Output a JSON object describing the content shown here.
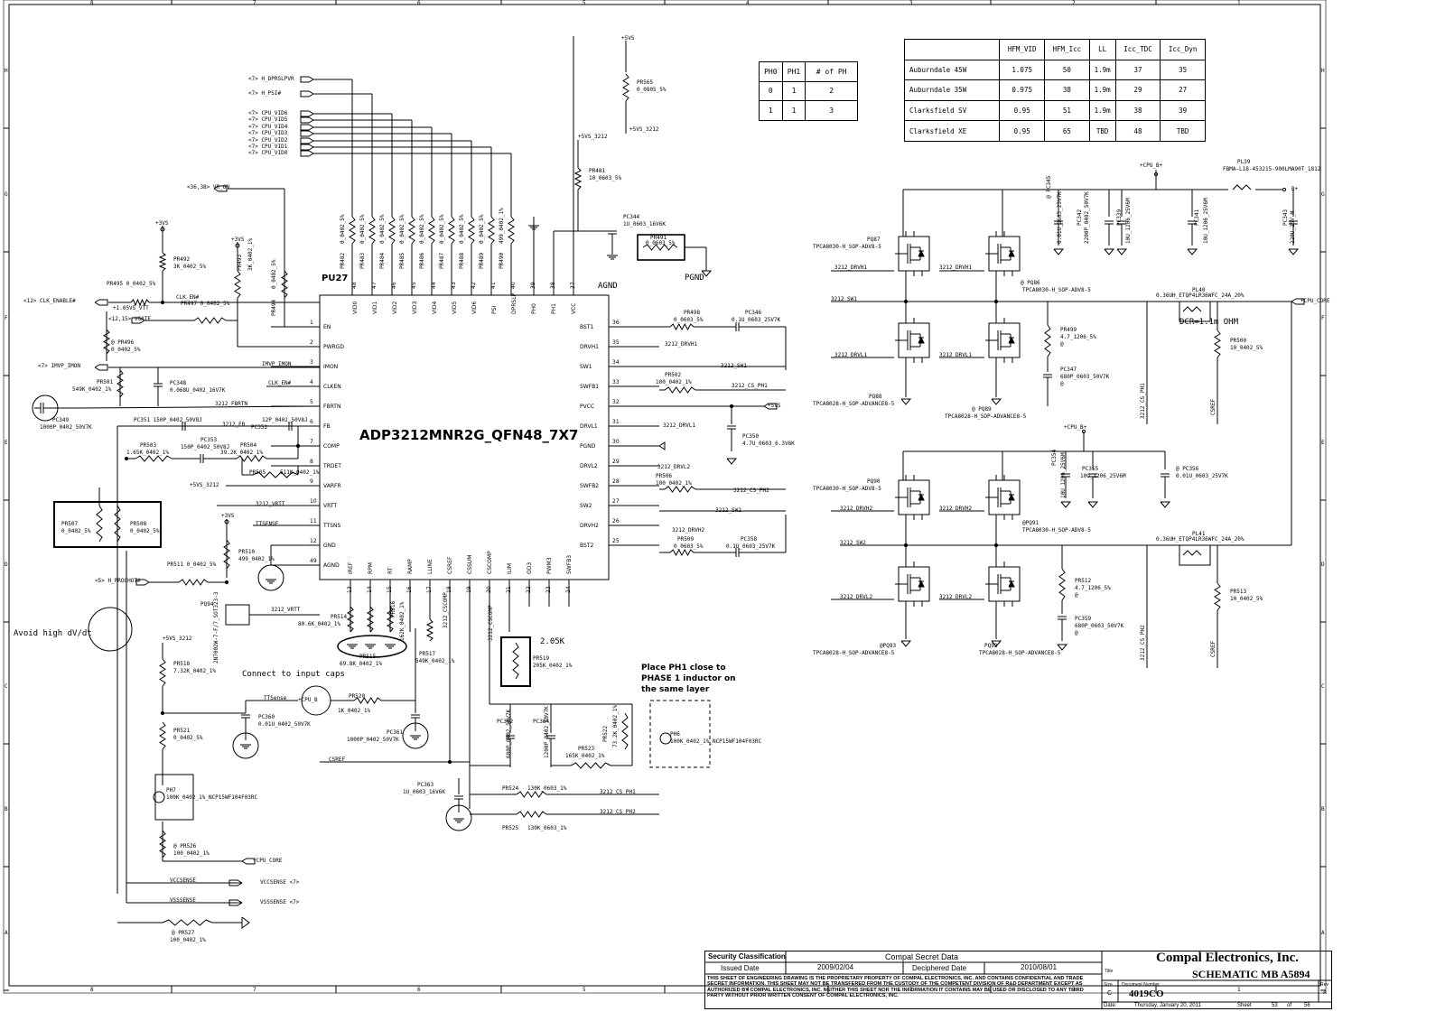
{
  "chip": {
    "ref": "PU27",
    "part": "ADP3212MNR2G_QFN48_7X7"
  },
  "left_pins": [
    {
      "num": "1",
      "name": "EN"
    },
    {
      "num": "2",
      "name": "PWRGD"
    },
    {
      "num": "3",
      "name": "IMON"
    },
    {
      "num": "4",
      "name": "CLKEN"
    },
    {
      "num": "5",
      "name": "FBRTN"
    },
    {
      "num": "6",
      "name": "FB"
    },
    {
      "num": "7",
      "name": "COMP"
    },
    {
      "num": "8",
      "name": "TRDET"
    },
    {
      "num": "9",
      "name": "VARFR"
    },
    {
      "num": "10",
      "name": "VRTT"
    },
    {
      "num": "11",
      "name": "TTSNS"
    },
    {
      "num": "12",
      "name": "GND"
    },
    {
      "num": "49",
      "name": "AGND"
    }
  ],
  "right_pins": [
    {
      "num": "36",
      "name": "BST1"
    },
    {
      "num": "35",
      "name": "DRVH1"
    },
    {
      "num": "34",
      "name": "SW1"
    },
    {
      "num": "33",
      "name": "SWFB1"
    },
    {
      "num": "32",
      "name": "PVCC"
    },
    {
      "num": "31",
      "name": "DRVL1"
    },
    {
      "num": "30",
      "name": "PGND"
    },
    {
      "num": "29",
      "name": "DRVL2"
    },
    {
      "num": "28",
      "name": "SWFB2"
    },
    {
      "num": "27",
      "name": "SW2"
    },
    {
      "num": "26",
      "name": "DRVH2"
    },
    {
      "num": "25",
      "name": "BST2"
    }
  ],
  "top_pins": [
    {
      "num": "48",
      "name": "VID0"
    },
    {
      "num": "47",
      "name": "VID1"
    },
    {
      "num": "46",
      "name": "VID2"
    },
    {
      "num": "45",
      "name": "VID3"
    },
    {
      "num": "44",
      "name": "VID4"
    },
    {
      "num": "43",
      "name": "VID5"
    },
    {
      "num": "42",
      "name": "VID6"
    },
    {
      "num": "41",
      "name": "PSI"
    },
    {
      "num": "40",
      "name": "DPRSLP"
    },
    {
      "num": "39",
      "name": "PH0"
    },
    {
      "num": "38",
      "name": "PH1"
    },
    {
      "num": "37",
      "name": "VCC"
    }
  ],
  "bottom_pins": [
    {
      "num": "13",
      "name": "IREF"
    },
    {
      "num": "14",
      "name": "RPM"
    },
    {
      "num": "15",
      "name": "RT"
    },
    {
      "num": "16",
      "name": "RAMP"
    },
    {
      "num": "17",
      "name": "LLINE"
    },
    {
      "num": "18",
      "name": "CSREF"
    },
    {
      "num": "19",
      "name": "CSSUM"
    },
    {
      "num": "20",
      "name": "CSCOMP"
    },
    {
      "num": "21",
      "name": "ILIM"
    },
    {
      "num": "22",
      "name": "OD3"
    },
    {
      "num": "23",
      "name": "PWM3"
    },
    {
      "num": "24",
      "name": "SWFB3"
    }
  ],
  "signals_left": [
    "<7> H_DPRSLPVR",
    "<7> H_PSI#",
    "<7> CPU_VID6",
    "<7> CPU_VID5",
    "<7> CPU_VID4",
    "<7> CPU_VID3",
    "<7> CPU_VID2",
    "<7> CPU_VID1",
    "<7> CPU_VID0",
    "<36,38> VR_ON",
    "<12> CLK_ENABLE#",
    "<12,15> VGATE",
    "<7> IMVP_IMON",
    "<5> H_PROCHOT#"
  ],
  "vid_resistors": [
    {
      "ref": "PR482",
      "val": "0_0402_5%"
    },
    {
      "ref": "PR483",
      "val": "0_0402_5%"
    },
    {
      "ref": "PR484",
      "val": "0_0402_5%"
    },
    {
      "ref": "PR485",
      "val": "0_0402_5%"
    },
    {
      "ref": "PR486",
      "val": "0_0402_5%"
    },
    {
      "ref": "PR487",
      "val": "0_0402_5%"
    },
    {
      "ref": "PR488",
      "val": "0_0402_5%"
    },
    {
      "ref": "PR489",
      "val": "0_0402_5%"
    },
    {
      "ref": "PR490",
      "val": "499_0402_1%"
    }
  ],
  "labels": [
    {
      "id": "p5vs",
      "text": "+5VS"
    },
    {
      "id": "pr565",
      "text": "PR565"
    },
    {
      "id": "pr565v",
      "text": "0_0805_5%"
    },
    {
      "id": "p5vs3212a",
      "text": "+5VS_3212"
    },
    {
      "id": "p5vs3212b",
      "text": "+5VS_3212"
    },
    {
      "id": "pr481",
      "text": "PR481"
    },
    {
      "id": "pr481v",
      "text": "10_0603_5%"
    },
    {
      "id": "pc344",
      "text": "PC344"
    },
    {
      "id": "pc344v",
      "text": "1U_0603_16V6K"
    },
    {
      "id": "pr491",
      "text": "PR491"
    },
    {
      "id": "pr491v",
      "text": "0_0603_5%"
    },
    {
      "id": "agnd",
      "text": "AGND"
    },
    {
      "id": "pgnd",
      "text": "PGND"
    },
    {
      "id": "p3vs1",
      "text": "+3VS"
    },
    {
      "id": "p3vs2",
      "text": "+3VS"
    },
    {
      "id": "pr492",
      "text": "PR492"
    },
    {
      "id": "pr492v",
      "text": "3K_0402_5%"
    },
    {
      "id": "pr493",
      "text": "PR493"
    },
    {
      "id": "pr493v",
      "text": "3K_0402_1%"
    },
    {
      "id": "pr494",
      "text": "PR494"
    },
    {
      "id": "pr494v",
      "text": "0_0402_5%"
    },
    {
      "id": "pr495",
      "text": "PR495 0_0402_5%"
    },
    {
      "id": "clken",
      "text": "CLK_EN#"
    },
    {
      "id": "pr497",
      "text": "PR497 0_0402_5%"
    },
    {
      "id": "p105vtt",
      "text": "+1.05VS_VTT"
    },
    {
      "id": "pr496",
      "text": "@    PR496"
    },
    {
      "id": "pr496v",
      "text": "0_0402_5%"
    },
    {
      "id": "imvpimon",
      "text": "IMVP_IMON"
    },
    {
      "id": "clken2",
      "text": "CLK_EN#"
    },
    {
      "id": "pr501",
      "text": "PR501"
    },
    {
      "id": "pr501v",
      "text": "549K_0402_1%"
    },
    {
      "id": "pc348",
      "text": "PC348"
    },
    {
      "id": "pc348v",
      "text": "0.068U_0402_16V7K"
    },
    {
      "id": "fbrtn",
      "text": "3212_FBRTN"
    },
    {
      "id": "pc349",
      "text": "PC349"
    },
    {
      "id": "pc349v",
      "text": "1000P_0402_50V7K"
    },
    {
      "id": "pc351",
      "text": "PC351 150P_0402_50V8J"
    },
    {
      "id": "fb3212",
      "text": "3212_FB"
    },
    {
      "id": "pc352",
      "text": "PC352"
    },
    {
      "id": "pc352v",
      "text": "12P_0402_50V8J"
    },
    {
      "id": "pc353",
      "text": "PC353"
    },
    {
      "id": "pc353v",
      "text": "150P_0402_50V8J"
    },
    {
      "id": "pr503",
      "text": "PR503"
    },
    {
      "id": "pr503v",
      "text": "1.65K_0402_1%"
    },
    {
      "id": "pr504",
      "text": "PR504"
    },
    {
      "id": "pr504v",
      "text": "39.2K_0402_1%"
    },
    {
      "id": "pr505",
      "text": "PR505"
    },
    {
      "id": "pr505v",
      "text": "511K_0402_1%"
    },
    {
      "id": "p5vs3212c",
      "text": "+5VS_3212"
    },
    {
      "id": "vrtt",
      "text": "3212_VRTT"
    },
    {
      "id": "ttsense",
      "text": "TTSENSE"
    },
    {
      "id": "pr507",
      "text": "PR507"
    },
    {
      "id": "pr507v",
      "text": "0_0402_5%"
    },
    {
      "id": "pr508",
      "text": "PR508"
    },
    {
      "id": "pr508v",
      "text": "0_0402_5%"
    },
    {
      "id": "p3vs3",
      "text": "+3VS"
    },
    {
      "id": "pr510",
      "text": "PR510"
    },
    {
      "id": "pr510v",
      "text": "499_0402_1%"
    },
    {
      "id": "pr511",
      "text": "PR511 0_0402_5%"
    },
    {
      "id": "hprochot",
      "text": "<5> H_PROCHOT#"
    },
    {
      "id": "pq94",
      "text": "PQ94"
    },
    {
      "id": "pq94v",
      "text": "2N7002W-7-F/7_SOT323-3"
    },
    {
      "id": "vrtt2",
      "text": "3212_VRTT"
    },
    {
      "id": "avoid",
      "text": "Avoid high dV/dt"
    },
    {
      "id": "p5vs3212d",
      "text": "+5VS_3212"
    },
    {
      "id": "pr518",
      "text": "PR518"
    },
    {
      "id": "pr518v",
      "text": "7.32K_0402_1%"
    },
    {
      "id": "connect",
      "text": "Connect to input caps"
    },
    {
      "id": "ttsense2",
      "text": "TTSense"
    },
    {
      "id": "pc360",
      "text": "PC360"
    },
    {
      "id": "pc360v",
      "text": "0.01U_0402_50V7K"
    },
    {
      "id": "pr521",
      "text": "PR521"
    },
    {
      "id": "pr521v",
      "text": "0_0402_5%"
    },
    {
      "id": "pr520",
      "text": "PR520"
    },
    {
      "id": "pr520v",
      "text": "1K_0402_1%"
    },
    {
      "id": "pcpub",
      "text": "+CPU_B"
    },
    {
      "id": "pc361",
      "text": "PC361"
    },
    {
      "id": "pc361v",
      "text": "1000P_0402_50V7K"
    },
    {
      "id": "pr514",
      "text": "PR514"
    },
    {
      "id": "pr514v",
      "text": "80.6K_0402_1%"
    },
    {
      "id": "pr515",
      "text": "PR515"
    },
    {
      "id": "pr515v",
      "text": "69.8K_0402_1%"
    },
    {
      "id": "pr516",
      "text": "PR516"
    },
    {
      "id": "pr516v",
      "text": "162K_0402_1%"
    },
    {
      "id": "pr517",
      "text": "PR517"
    },
    {
      "id": "pr517v",
      "text": "549K_0402_1%"
    },
    {
      "id": "cscomp",
      "text": "3212_CSCOMP"
    },
    {
      "id": "cscomp2",
      "text": "3212_CSCOMP"
    },
    {
      "id": "csref",
      "text": "CSREF"
    },
    {
      "id": "ph7",
      "text": "PH7"
    },
    {
      "id": "ph7v",
      "text": "100K_0402_1%_NCP15WF104F03RC"
    },
    {
      "id": "pc363",
      "text": "PC363"
    },
    {
      "id": "pc363v",
      "text": "1U_0603_16V6K"
    },
    {
      "id": "r205k",
      "text": "2.05K"
    },
    {
      "id": "pr519",
      "text": "PR519"
    },
    {
      "id": "pr519v",
      "text": "205K_0402_1%"
    },
    {
      "id": "placeph1",
      "text": "Place PH1 close to\nPHASE 1 inductor on\nthe same layer"
    },
    {
      "id": "pc362",
      "text": "PC362"
    },
    {
      "id": "pc362v",
      "text": "680P_0402_50V7K"
    },
    {
      "id": "pc364",
      "text": "PC364"
    },
    {
      "id": "pc364v",
      "text": "1200P_0402_50V7K"
    },
    {
      "id": "pr523",
      "text": "PR523"
    },
    {
      "id": "pr523v",
      "text": "165K_0402_1%"
    },
    {
      "id": "pr522",
      "text": "PR522"
    },
    {
      "id": "pr522v",
      "text": "73.2K_0402_1%"
    },
    {
      "id": "ph6",
      "text": "PH6"
    },
    {
      "id": "ph6v",
      "text": "100K_0402_1%_NCP15WF104F03RC"
    },
    {
      "id": "pr524",
      "text": "PR524"
    },
    {
      "id": "pr524v",
      "text": "130K_0603_1%"
    },
    {
      "id": "csph1",
      "text": "3212_CS_PH1"
    },
    {
      "id": "pr525",
      "text": "PR525"
    },
    {
      "id": "pr525v",
      "text": "130K_0603_1%"
    },
    {
      "id": "csph2",
      "text": "3212_CS_PH2"
    },
    {
      "id": "pr526",
      "text": "@ PR526"
    },
    {
      "id": "pr526v",
      "text": "100_0402_1%"
    },
    {
      "id": "cpucore",
      "text": "+CPU_CORE"
    },
    {
      "id": "vccsense",
      "text": "VCCSENSE"
    },
    {
      "id": "vccsense7",
      "text": "VCCSENSE <7>"
    },
    {
      "id": "vsssense",
      "text": "VSSSENSE"
    },
    {
      "id": "vsssense7",
      "text": "VSSSENSE <7>"
    },
    {
      "id": "pr527",
      "text": "@ PR527"
    },
    {
      "id": "pr527v",
      "text": "100_0402_1%"
    },
    {
      "id": "pr498",
      "text": "PR498"
    },
    {
      "id": "pr498v",
      "text": "0_0603_5%"
    },
    {
      "id": "pc346",
      "text": "PC346"
    },
    {
      "id": "pc346v",
      "text": "0.1U_0603_25V7K"
    },
    {
      "id": "drvh1",
      "text": "3212_DRVH1"
    },
    {
      "id": "sw1",
      "text": "3212_SW1"
    },
    {
      "id": "pr502",
      "text": "PR502"
    },
    {
      "id": "pr502v",
      "text": "100_0402_1%"
    },
    {
      "id": "csph1b",
      "text": "3212_CS_PH1"
    },
    {
      "id": "p5vsb",
      "text": "+5VS"
    },
    {
      "id": "drvl1",
      "text": "3212_DRVL1"
    },
    {
      "id": "pc350",
      "text": "PC350"
    },
    {
      "id": "pc350v",
      "text": "4.7U_0603_6.3V6K"
    },
    {
      "id": "drvl2",
      "text": "3212_DRVL2"
    },
    {
      "id": "pr506",
      "text": "PR506"
    },
    {
      "id": "pr506v",
      "text": "100_0402_1%"
    },
    {
      "id": "csph2b",
      "text": "3212_CS_PH2"
    },
    {
      "id": "sw2",
      "text": "3212_SW2"
    },
    {
      "id": "drvh2",
      "text": "3212_DRVH2"
    },
    {
      "id": "pr509",
      "text": "PR509"
    },
    {
      "id": "pr509v",
      "text": "0_0603_5%"
    },
    {
      "id": "pc358",
      "text": "PC358"
    },
    {
      "id": "pc358v",
      "text": "0.1U_0603_25V7K"
    },
    {
      "id": "cpub1",
      "text": "+CPU_B+"
    },
    {
      "id": "pl39",
      "text": "PL39"
    },
    {
      "id": "pl39v",
      "text": "FBMA-L18-453215-900LMA90T_1812"
    },
    {
      "id": "bplus",
      "text": "B+"
    },
    {
      "id": "pq87",
      "text": "PQ87"
    },
    {
      "id": "pq87v",
      "text": "TPCA8030-H_SOP-ADV8-5"
    },
    {
      "id": "pc345",
      "text": "@ PC345"
    },
    {
      "id": "pc345v",
      "text": "0.01U_0603_25V7K"
    },
    {
      "id": "pc342",
      "text": "PC342"
    },
    {
      "id": "pc342v",
      "text": "2200P_0402_50V7K"
    },
    {
      "id": "pc339",
      "text": "PC339"
    },
    {
      "id": "pc339v",
      "text": "10U_1206_25V6M"
    },
    {
      "id": "pc341",
      "text": "PC341"
    },
    {
      "id": "pc341v",
      "text": "10U_1206_25V6M"
    },
    {
      "id": "pc343",
      "text": "PC343"
    },
    {
      "id": "pc343v",
      "text": "220U_25V_M"
    },
    {
      "id": "drvh1a",
      "text": "3212_DRVH1"
    },
    {
      "id": "drvh1b",
      "text": "3212_DRVH1"
    },
    {
      "id": "pq86",
      "text": "@ PQ86"
    },
    {
      "id": "pq86v",
      "text": "TPCA8030-H_SOP-ADV8-5"
    },
    {
      "id": "sw1b",
      "text": "3212_SW1"
    },
    {
      "id": "pl40",
      "text": "PL40"
    },
    {
      "id": "pl40v",
      "text": "0.36UH_ETQP4LR36WFC_24A_20%"
    },
    {
      "id": "cpucore2",
      "text": "+CPU_CORE"
    },
    {
      "id": "dcr",
      "text": "DCR=1.1m OHM"
    },
    {
      "id": "drvl1a",
      "text": "3212_DRVL1"
    },
    {
      "id": "drvl1b",
      "text": "3212_DRVL1"
    },
    {
      "id": "pr499",
      "text": "PR499"
    },
    {
      "id": "pr499v",
      "text": "4.7_1206_5%"
    },
    {
      "id": "at1",
      "text": "@"
    },
    {
      "id": "pr500",
      "text": "PR500"
    },
    {
      "id": "pr500v",
      "text": "10_0402_5%"
    },
    {
      "id": "pc347",
      "text": "PC347"
    },
    {
      "id": "pc347v",
      "text": "680P_0603_50V7K"
    },
    {
      "id": "at2",
      "text": "@"
    },
    {
      "id": "csph1c",
      "text": "3212_CS_PH1"
    },
    {
      "id": "csref2",
      "text": "CSREF"
    },
    {
      "id": "pq88",
      "text": "PQ88"
    },
    {
      "id": "pq88v",
      "text": "TPCA8028-H_SOP-ADVANCE8-5"
    },
    {
      "id": "pq89",
      "text": "@  PQ89"
    },
    {
      "id": "pq89v",
      "text": "TPCA8028-H_SOP-ADVANCE8-5"
    },
    {
      "id": "cpub2",
      "text": "+CPU_B+"
    },
    {
      "id": "pc354",
      "text": "PC354"
    },
    {
      "id": "pc354v",
      "text": "10U_1206_25V6M"
    },
    {
      "id": "pc355",
      "text": "PC355"
    },
    {
      "id": "pc355v",
      "text": "10U_1206_25V6M"
    },
    {
      "id": "pc356",
      "text": "@ PC356"
    },
    {
      "id": "pc356v",
      "text": "0.01U_0603_25V7K"
    },
    {
      "id": "pq90",
      "text": "PQ90"
    },
    {
      "id": "pq90v",
      "text": "TPCA8030-H_SOP-ADV8-5"
    },
    {
      "id": "drvh2a",
      "text": "3212_DRVH2"
    },
    {
      "id": "drvh2b",
      "text": "3212_DRVH2"
    },
    {
      "id": "pq91",
      "text": "@PQ91"
    },
    {
      "id": "pq91v",
      "text": "TPCA8030-H_SOP-ADV8-5"
    },
    {
      "id": "sw2b",
      "text": "3212_SW2"
    },
    {
      "id": "pl41",
      "text": "PL41"
    },
    {
      "id": "pl41v",
      "text": "0.36UH_ETQP4LR36WFC_24A_20%"
    },
    {
      "id": "pr512",
      "text": "PR512"
    },
    {
      "id": "pr512v",
      "text": "4.7_1206_5%"
    },
    {
      "id": "at3",
      "text": "@"
    },
    {
      "id": "pr513",
      "text": "PR513"
    },
    {
      "id": "pr513v",
      "text": "10_0402_5%"
    },
    {
      "id": "drvl2a",
      "text": "3212_DRVL2"
    },
    {
      "id": "drvl2b",
      "text": "3212_DRVL2"
    },
    {
      "id": "pc359",
      "text": "PC359"
    },
    {
      "id": "pc359v",
      "text": "680P_0603_50V7K"
    },
    {
      "id": "at4",
      "text": "@"
    },
    {
      "id": "pq93",
      "text": "@PQ93"
    },
    {
      "id": "pq93v",
      "text": "TPCA8028-H_SOP-ADVANCE8-5"
    },
    {
      "id": "pq92",
      "text": "PQ92"
    },
    {
      "id": "pq92v",
      "text": "TPCA8028-H_SOP-ADVANCE8-5"
    },
    {
      "id": "csph2c",
      "text": "3212_CS_PH2"
    },
    {
      "id": "csref3",
      "text": "CSREF"
    }
  ],
  "phase_table": {
    "headers": [
      "PH0",
      "PH1",
      "# of PH"
    ],
    "rows": [
      [
        "0",
        "1",
        "2"
      ],
      [
        "1",
        "1",
        "3"
      ]
    ]
  },
  "spec_table": {
    "headers": [
      "",
      "HFM_VID",
      "HFM_Icc",
      "LL",
      "Icc_TDC",
      "Icc_Dyn"
    ],
    "rows": [
      [
        "Auburndale 45W",
        "1.075",
        "50",
        "1.9m",
        "37",
        "35"
      ],
      [
        "Auburndale 35W",
        "0.975",
        "38",
        "1.9m",
        "29",
        "27"
      ],
      [
        "Clarksfield SV",
        "0.95",
        "51",
        "1.9m",
        "38",
        "39"
      ],
      [
        "Clarksfield XE",
        "0.95",
        "65",
        "TBD",
        "48",
        "TBD"
      ]
    ]
  },
  "title_block": {
    "security_label": "Security Classification",
    "security_value": "Compal Secret Data",
    "issued_label": "Issued Date",
    "issued_value": "2009/02/04",
    "deciphered_label": "Deciphered Date",
    "deciphered_value": "2010/08/01",
    "notice": "THIS SHEET OF ENGINEERING DRAWING IS THE PROPRIETARY PROPERTY OF COMPAL ELECTRONICS, INC. AND CONTAINS CONFIDENTIAL AND TRADE SECRET INFORMATION. THIS SHEET MAY NOT BE TRANSFERED FROM THE CUSTODY OF THE COMPETENT DIVISION OF R&D DEPARTMENT EXCEPT AS AUTHORIZED BY COMPAL ELECTRONICS, INC. NEITHER THIS SHEET NOR THE INFORMATION IT CONTAINS MAY BE USED OR DISCLOSED TO ANY THIRD PARTY WITHOUT PRIOR WRITTEN CONSENT OF COMPAL ELECTRONICS, INC.",
    "company": "Compal Electronics, Inc.",
    "title_label": "Title",
    "title": "SCHEMATIC MB A5894",
    "size_label": "Size",
    "size": "C",
    "docnum_label": "Document Number",
    "docnum": "4019CO",
    "rev_label": "Rev",
    "rev": "A",
    "date_label": "Date:",
    "date": "Thursday, January 20, 2011",
    "sheet_label": "Sheet",
    "sheet": "53",
    "of_label": "of",
    "of": "56"
  },
  "border_numbers": [
    "8",
    "7",
    "6",
    "5",
    "4",
    "3",
    "2",
    "1"
  ],
  "border_letters": [
    "H",
    "G",
    "F",
    "E",
    "D",
    "C",
    "B",
    "A"
  ]
}
